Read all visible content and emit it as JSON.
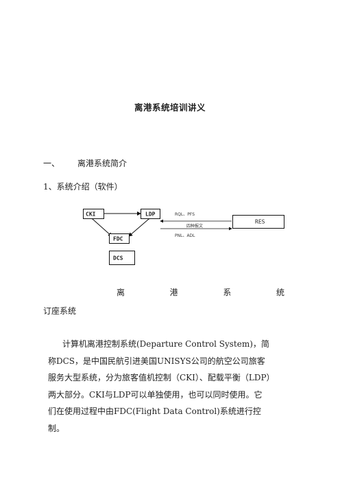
{
  "doc": {
    "title": "离港系统培训讲义",
    "section": {
      "number": "一、",
      "label": "离港系统简介"
    },
    "subsection": "1、系统介绍（软件）",
    "diagram": {
      "boxes": {
        "cki": "CKI",
        "ldp": "LDP",
        "fdc": "FDC",
        "dcs": "DCS",
        "res": "RES"
      },
      "messages": {
        "top": "RQL、PFS",
        "middle": "四种报文",
        "bottom": "PNL、ADL"
      }
    },
    "spread_chars": [
      "离",
      "港",
      "系",
      "统"
    ],
    "caption2": "订座系统",
    "paragraph_lines": [
      "计算机离港控制系统(Departure Control System)，简",
      "称DCS，是中国民航引进美国UNISYS公司的航空公司旅客",
      "服务大型系统，分为旅客值机控制（CKI）、配载平衡（LDP）",
      "两大部分。CKI与LDP可以单独使用，也可以同时使用。它",
      "们在使用过程中由FDC(Flight Data Control)系统进行控",
      "制。"
    ]
  }
}
